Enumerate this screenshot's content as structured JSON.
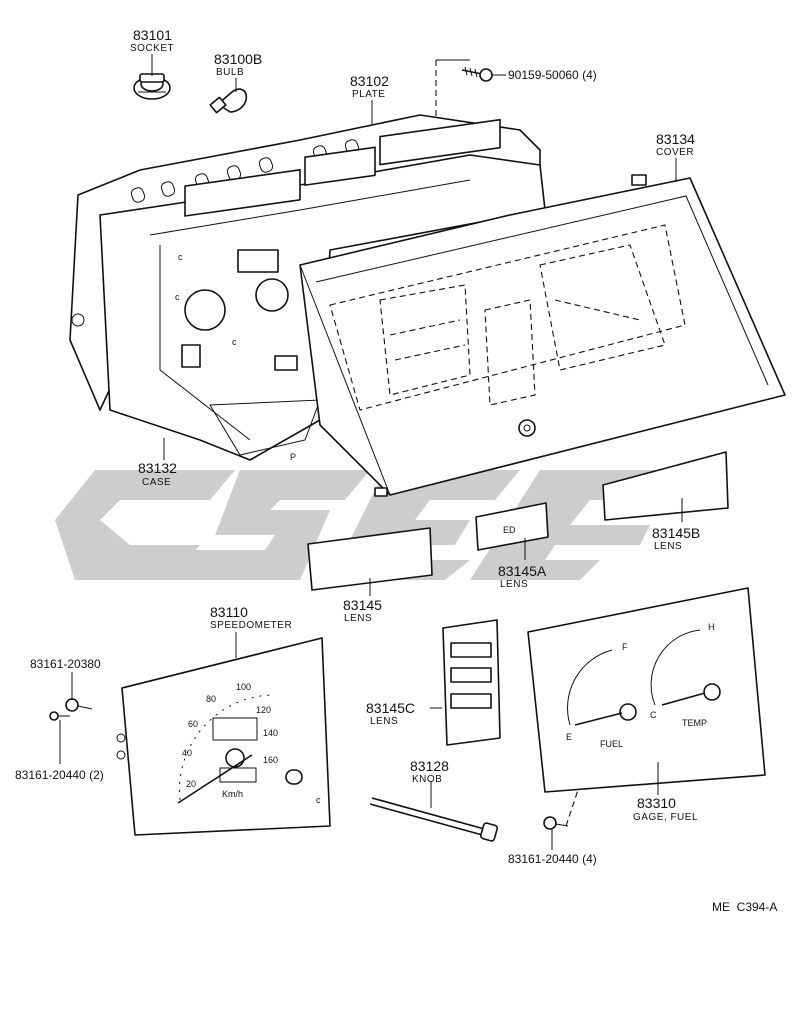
{
  "callouts": {
    "socket": {
      "number": "83101",
      "name": "SOCKET"
    },
    "bulb": {
      "number": "83100B",
      "name": "BULB"
    },
    "plate": {
      "number": "83102",
      "name": "PLATE"
    },
    "screw_top": {
      "ref": "90159-50060 (4)"
    },
    "cover": {
      "number": "83134",
      "name": "COVER"
    },
    "case": {
      "number": "83132",
      "name": "CASE"
    },
    "lens_b": {
      "number": "83145B",
      "name": "LENS"
    },
    "lens_a": {
      "number": "83145A",
      "name": "LENS"
    },
    "lens": {
      "number": "83145",
      "name": "LENS"
    },
    "speedometer": {
      "number": "83110",
      "name": "SPEEDOMETER"
    },
    "screw_left_a": {
      "ref": "83161-20380"
    },
    "screw_left_b": {
      "ref": "83161-20440 (2)"
    },
    "lens_c": {
      "number": "83145C",
      "name": "LENS"
    },
    "knob": {
      "number": "83128",
      "name": "KNOB"
    },
    "gage": {
      "number": "83310",
      "name": "GAGE, FUEL"
    },
    "screw_right": {
      "ref": "83161-20440 (4)"
    }
  },
  "speedo_scale": [
    "20",
    "40",
    "60",
    "80",
    "100",
    "120",
    "140",
    "160"
  ],
  "speedo_unit": "Km/h",
  "gauge_marks": {
    "full": "F",
    "empty": "E",
    "hot": "H",
    "cold": "C",
    "fuel": "FUEL",
    "temp": "TEMP"
  },
  "drawing_code": "ME  C394-A",
  "icons": [
    "watermark-logo",
    "screw-icon",
    "bulb-icon",
    "socket-icon"
  ]
}
